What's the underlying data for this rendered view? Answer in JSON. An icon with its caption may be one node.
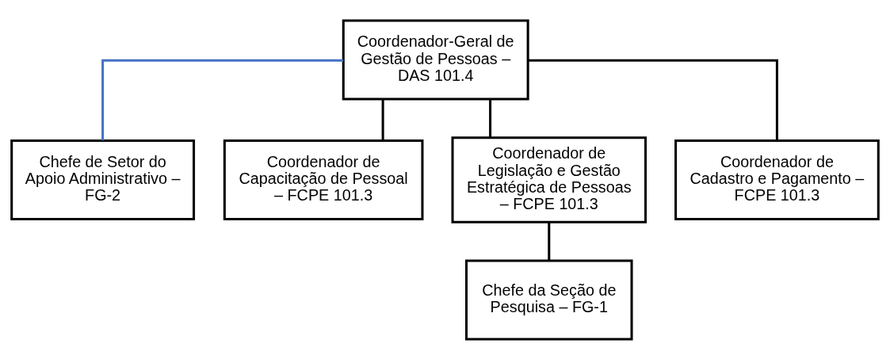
{
  "diagram": {
    "nodes": [
      {
        "text": [
          "Coordenador-Geral de Gestão de Pessoas – DAS 101.4"
        ]
      },
      {
        "text": [
          "Chefe de Setor do Apoio Administrativo – FG-2"
        ]
      },
      {
        "text": [
          "Coordenador de Capacitação de Pessoal – FCPE 101.3"
        ]
      },
      {
        "text": [
          "Coordenador de Legislação e Gestão Estratégica de Pessoas – FCPE 101.3"
        ]
      },
      {
        "text": [
          "Coordenador de Cadastro e Pagamento – FCPE 101.3"
        ]
      },
      {
        "text": [
          "Chefe da Seção de Pesquisa – FG-1"
        ]
      }
    ],
    "edges": [
      {
        "from": 0,
        "to": 1,
        "arrow": "none",
        "color": "#4472c4"
      },
      {
        "from": 0,
        "to": 2,
        "arrow": "none"
      },
      {
        "from": 0,
        "to": 3,
        "arrow": "none"
      },
      {
        "from": 0,
        "to": 4,
        "arrow": "none"
      },
      {
        "from": 3,
        "to": 5,
        "arrow": "none"
      }
    ]
  }
}
